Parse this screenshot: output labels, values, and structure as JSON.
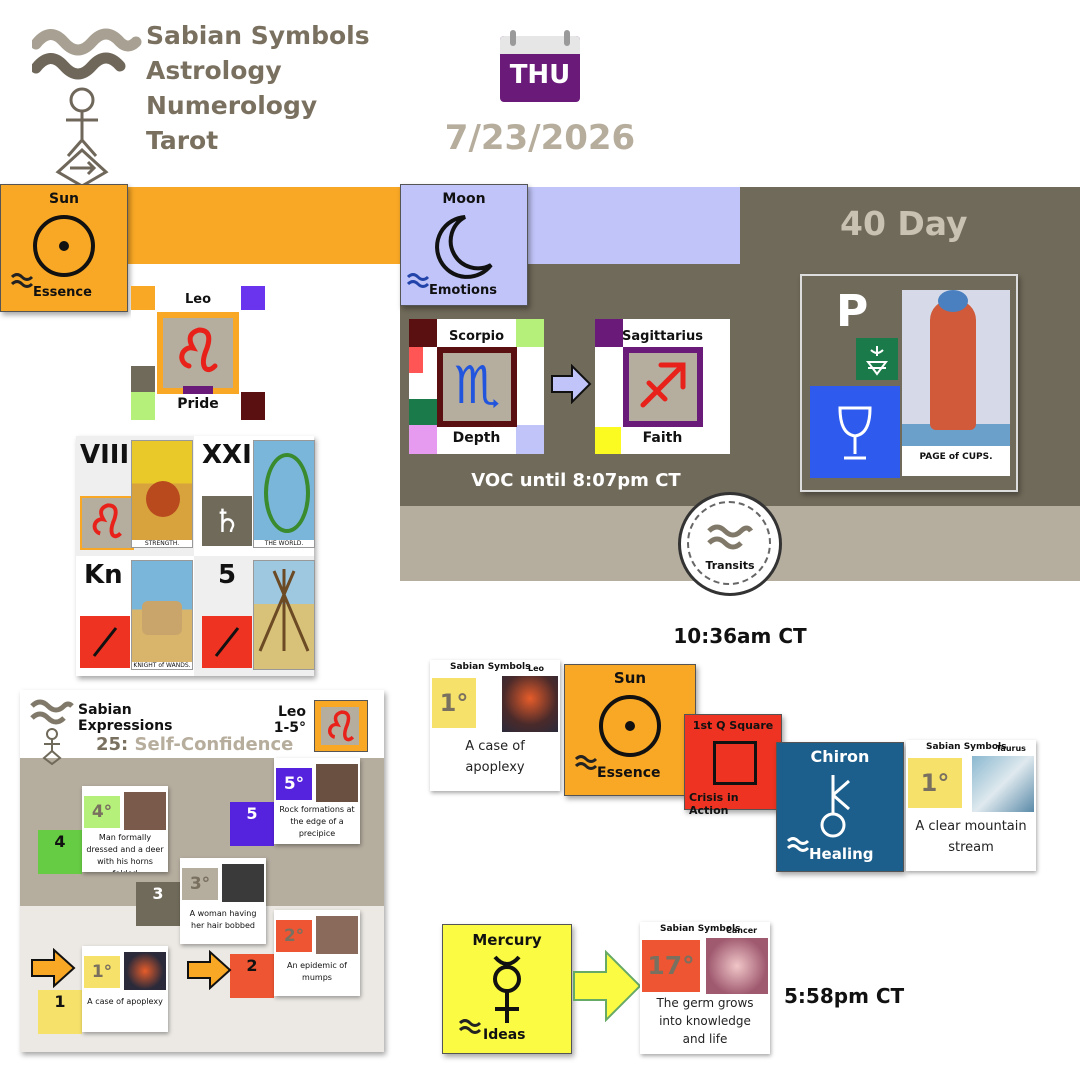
{
  "brand": {
    "lines": [
      "Sabian Symbols",
      "Astrology",
      "Numerology",
      "Tarot"
    ]
  },
  "date": {
    "day": "THU",
    "date": "7/23/2026"
  },
  "colors": {
    "sun": "#f9a825",
    "moon_pale": "#c0c4f8",
    "olive": "#706a5a",
    "beige": "#b5ad9e",
    "text_brown": "#7a7060",
    "purple": "#6a1b7a",
    "red": "#ee3322",
    "yellow": "#fbfb44",
    "chiron_blue": "#1d5f8c"
  },
  "sun_box": {
    "title": "Sun",
    "label": "Essence",
    "icon": "sun-symbol-icon"
  },
  "moon_box": {
    "title": "Moon",
    "label": "Emotions",
    "icon": "crescent-moon-icon"
  },
  "forty_day": {
    "label": "40 Day",
    "letter": "P",
    "card_caption": "PAGE of CUPS."
  },
  "leo_tile": {
    "sign": "Leo",
    "keyword": "Pride"
  },
  "scorpio_tile": {
    "sign": "Scorpio",
    "keyword": "Depth"
  },
  "sagittarius_tile": {
    "sign": "Sagittarius",
    "keyword": "Faith"
  },
  "voc": "VOC until 8:07pm CT",
  "tarot_cards": [
    {
      "label": "VIII",
      "caption": "STRENGTH."
    },
    {
      "label": "XXI",
      "caption": "THE WORLD."
    },
    {
      "label": "Kn",
      "caption": "KNIGHT of WANDS."
    },
    {
      "label": "5",
      "caption": ""
    }
  ],
  "transits": {
    "label": "Transits",
    "time": "10:36am CT"
  },
  "transit_row": {
    "left_card": {
      "brand": "Sabian Symbols",
      "sign": "Leo",
      "degree": "1°",
      "text": "A case of apoplexy"
    },
    "sun": {
      "title": "Sun",
      "label": "Essence"
    },
    "aspect": {
      "title": "1st Q Square",
      "label": "Crisis in Action"
    },
    "chiron": {
      "title": "Chiron",
      "label": "Healing"
    },
    "right_card": {
      "brand": "Sabian Symbols",
      "sign": "Taurus",
      "degree": "1°",
      "text": "A clear mountain stream"
    }
  },
  "expressions": {
    "title_line1": "Sabian",
    "title_line2": "Expressions",
    "sign": "Leo",
    "range": "1-5°",
    "number": "25:",
    "theme": "Self-Confidence",
    "cards": [
      {
        "num": "5",
        "degree": "5°",
        "text": "Rock formations at the edge of a precipice"
      },
      {
        "num": "4",
        "degree": "4°",
        "text": "Man formally dressed and a deer with his horns folded"
      },
      {
        "num": "3",
        "degree": "3°",
        "text": "A woman having her hair bobbed"
      },
      {
        "num": "2",
        "degree": "2°",
        "text": "An epidemic of mumps"
      },
      {
        "num": "1",
        "degree": "1°",
        "text": "A case of apoplexy"
      }
    ]
  },
  "mercury": {
    "title": "Mercury",
    "label": "Ideas",
    "time": "5:58pm CT"
  },
  "mercury_card": {
    "brand": "Sabian Symbols",
    "sign": "Cancer",
    "degree": "17°",
    "text": "The germ grows into knowledge and life"
  }
}
